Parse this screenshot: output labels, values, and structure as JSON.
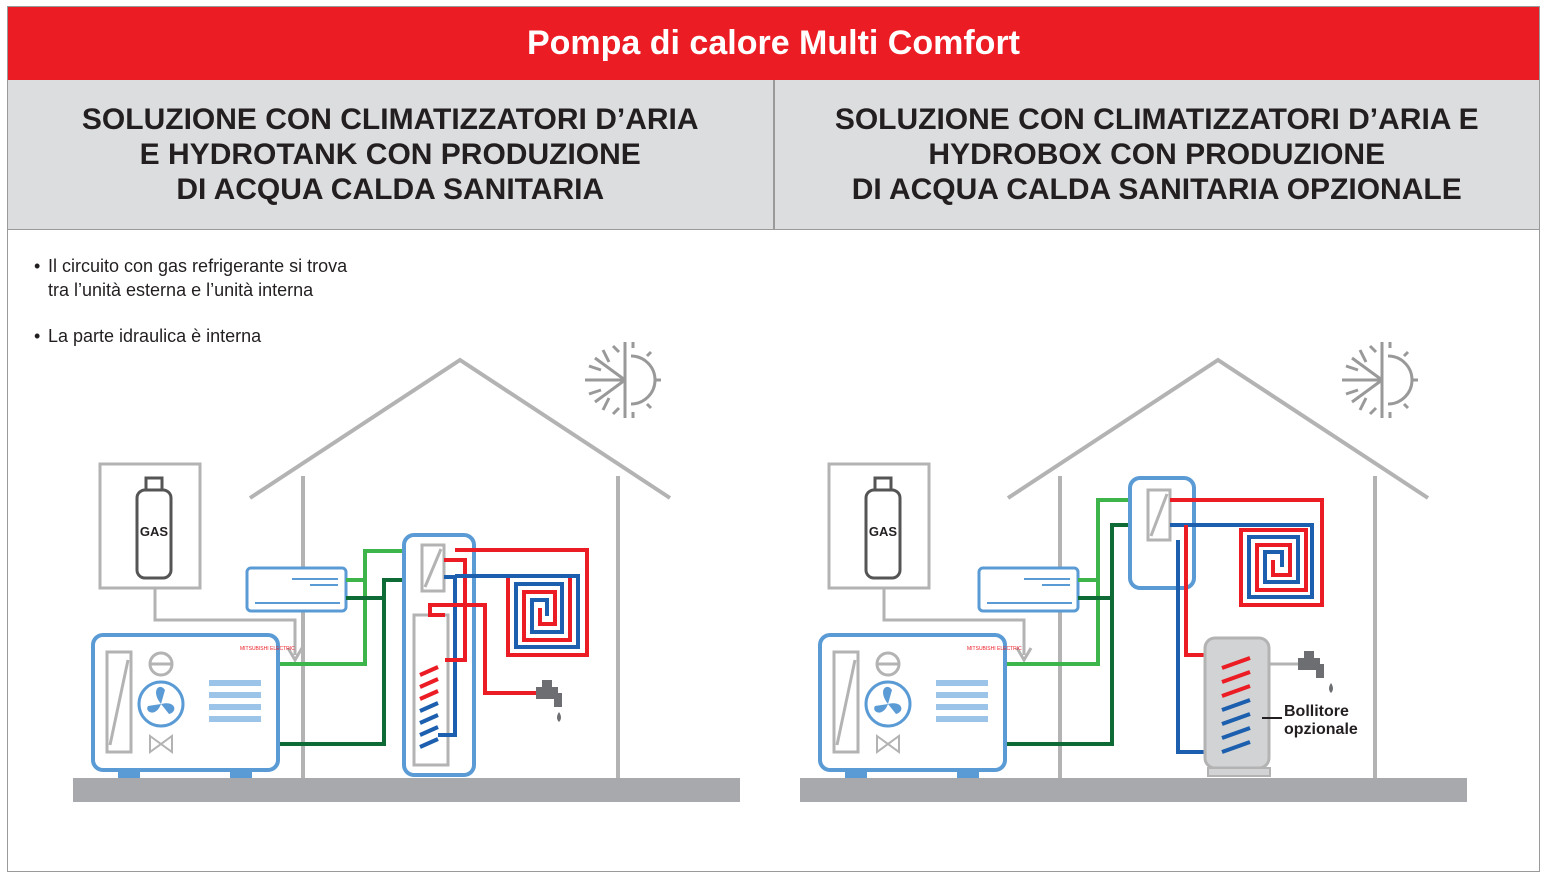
{
  "header": {
    "title": "Pompa di calore Multi Comfort"
  },
  "panels": [
    {
      "heading": "SOLUZIONE CON CLIMATIZZATORI D’ARIA\nE HYDROTANK CON PRODUZIONE\nDI ACQUA CALDA SANITARIA",
      "bullets": [
        "Il circuito con gas refrigerante si trova\ntra l’unità esterna e l’unità interna",
        "La parte idraulica è interna"
      ],
      "gas_label": "GAS",
      "brand_label": "MITSUBISHI ELECTRIC"
    },
    {
      "heading": "SOLUZIONE CON CLIMATIZZATORI D’ARIA E\nHYDROBOX CON PRODUZIONE\nDI ACQUA CALDA SANITARIA OPZIONALE",
      "gas_label": "GAS",
      "brand_label": "MITSUBISHI ELECTRIC",
      "boiler_label_1": "Bollitore",
      "boiler_label_2": "opzionale"
    }
  ],
  "colors": {
    "brand_red": "#ec1c24",
    "header_gray": "#dcdddf",
    "unit_blue": "#5b9bd5",
    "pipe_green_light": "#3db54a",
    "pipe_green_dark": "#0e6b36",
    "pipe_red": "#ec1c24",
    "pipe_blue": "#1c5fae",
    "ground_gray": "#a7a9ac"
  }
}
